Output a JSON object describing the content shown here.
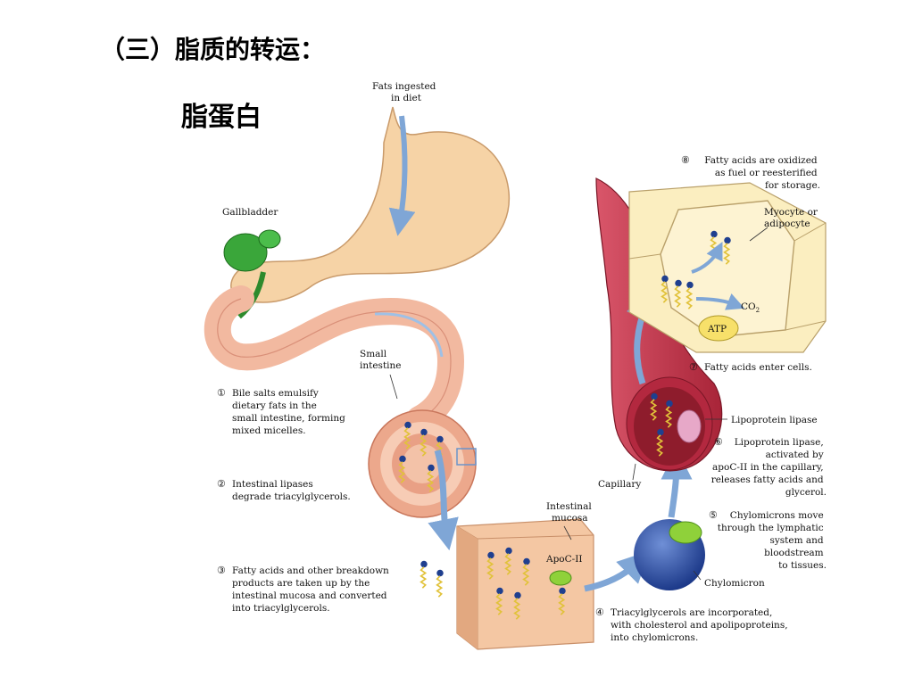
{
  "slide": {
    "title": "（三）脂质的转运：",
    "subtitle": "脂蛋白"
  },
  "labels": {
    "fats_ingested": [
      "Fats ingested",
      "in diet"
    ],
    "gallbladder": "Gallbladder",
    "small_intestine": [
      "Small",
      "intestine"
    ],
    "intestinal_mucosa": [
      "Intestinal",
      "mucosa"
    ],
    "apoc2": "ApoC-II",
    "chylomicron": "Chylomicron",
    "capillary": "Capillary",
    "lipoprotein_lipase": "Lipoprotein lipase",
    "myocyte": [
      "Myocyte or",
      "adipocyte"
    ],
    "co2": "CO",
    "co2_sub": "2",
    "atp": "ATP"
  },
  "steps": [
    {
      "num": "①",
      "lines": [
        "Bile salts emulsify",
        "dietary fats in the",
        "small intestine, forming",
        "mixed micelles."
      ]
    },
    {
      "num": "②",
      "lines": [
        "Intestinal lipases",
        "degrade triacylglycerols."
      ]
    },
    {
      "num": "③",
      "lines": [
        "Fatty acids and other breakdown",
        "products are taken up by the",
        "intestinal mucosa and converted",
        "into triacylglycerols."
      ]
    },
    {
      "num": "④",
      "lines": [
        "Triacylglycerols are incorporated,",
        "with cholesterol and apolipoproteins,",
        "into chylomicrons."
      ]
    },
    {
      "num": "⑤",
      "lines": [
        "Chylomicrons move",
        "through the lymphatic",
        "system and",
        "bloodstream",
        "to tissues."
      ]
    },
    {
      "num": "⑥",
      "lines": [
        "Lipoprotein lipase,",
        "activated by",
        "apoC-II in the capillary,",
        "releases fatty acids and",
        "glycerol."
      ]
    },
    {
      "num": "⑦",
      "lines": [
        "Fatty acids enter cells."
      ]
    },
    {
      "num": "⑧",
      "lines": [
        "Fatty acids are oxidized",
        "as fuel or reesterified",
        "for storage."
      ]
    }
  ],
  "colors": {
    "stomach": "#f6d3a6",
    "stomach_edge": "#c99a6a",
    "intestine": "#f2b9a0",
    "gallbladder": "#3aa63a",
    "arrow": "#7fa6d6",
    "capillary": "#c8384e",
    "capillary_inner": "#8e1c2c",
    "cell": "#fbeec0",
    "cell_edge": "#b9a06a",
    "chylomicron": "#2a4fa8",
    "chylomicron_cap": "#8fd13a",
    "fatty_acid": "#e1c23a",
    "head": "#1f3f8f"
  }
}
